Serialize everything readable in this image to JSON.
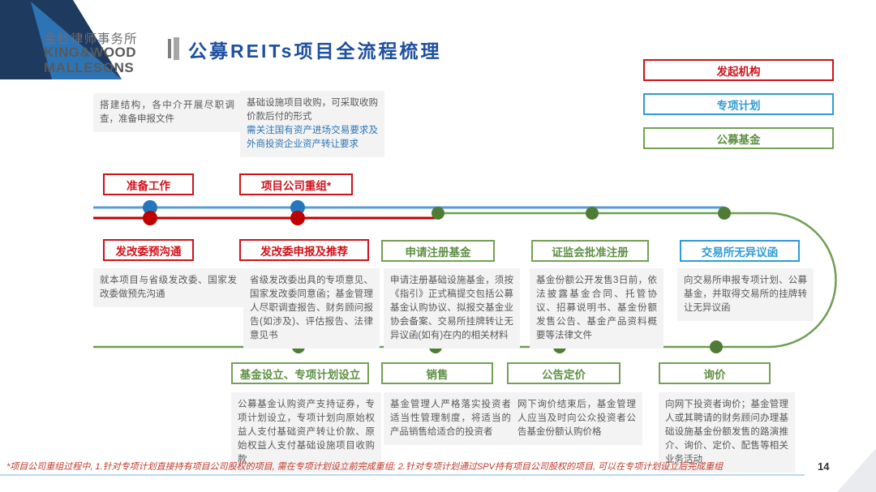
{
  "header": {
    "logo_cn": "金杜律师事务所",
    "logo_en_line1": "KING&WOOD",
    "logo_en_line2": "MALLESONS",
    "title": "公募REITs项目全流程梳理"
  },
  "legend": {
    "items": [
      {
        "label": "发起机构",
        "color": "#d0121a"
      },
      {
        "label": "专项计划",
        "color": "#2e9bd6"
      },
      {
        "label": "公募基金",
        "color": "#74a054"
      }
    ]
  },
  "top_stages": [
    {
      "label": "准备工作",
      "note": "搭建结构，各中介开展尽职调查，准备申报文件"
    },
    {
      "label": "项目公司重组*",
      "note": "基础设施项目收购，可采取收购价款后付的形式",
      "note_highlight": "需关注国有资产进场交易要求及外商投资企业资产转让要求"
    }
  ],
  "mid_stages": [
    {
      "label": "发改委预沟通",
      "note": "就本项目与省级发改委、国家发改委做预先沟通"
    },
    {
      "label": "发改委申报及推荐",
      "note": "省级发改委出具的专项意见、国家发改委同意函；基金管理人尽职调查报告、财务顾问报告(如涉及)、评估报告、法律意见书"
    },
    {
      "label": "申请注册基金",
      "note": "申请注册基础设施基金，须按《指引》正式稿提交包括公募基金认购协议、拟报交基金业协会备案、交易所挂牌转让无异议函(如有)在内的相关材料"
    },
    {
      "label": "证监会批准注册",
      "note": "基金份额公开发售3日前，依法披露基金合同、托管协议、招募说明书、基金份额发售公告、基金产品资料概要等法律文件"
    },
    {
      "label": "交易所无异议函",
      "note": "向交易所申报专项计划、公募基金，并取得交易所的挂牌转让无异议函"
    }
  ],
  "bottom_stages": [
    {
      "label": "基金设立、专项计划设立",
      "note": "公募基金认购资产支持证券，专项计划设立，专项计划向原始权益人支付基础资产转让价款、原始权益人支付基础设施项目收购款"
    },
    {
      "label": "销售",
      "note": "基金管理人严格落实投资者适当性管理制度，将适当的产品销售给适合的投资者"
    },
    {
      "label": "公告定价",
      "note": "网下询价结束后，基金管理人应当及时向公众投资者公告基金份额认购价格"
    },
    {
      "label": "询价",
      "note": "向网下投资者询价；基金管理人或其聘请的财务顾问办理基础设施基金份额发售的路演推介、询价、定价、配售等相关业务活动"
    }
  ],
  "footer": {
    "footnote": "*项目公司重组过程中, 1.针对专项计划直接持有项目公司股权的项目, 需在专项计划设立前完成重组; 2.针对专项计划通过SPV持有项目公司股权的项目, 可以在专项计划设立后完成重组",
    "page_number": "14"
  },
  "colors": {
    "sponsor_red": "#d0121a",
    "plan_blue": "#2e9bd6",
    "fund_green": "#74a054",
    "dot_green": "#4e7c35",
    "timeline_blue": "#5b9bd5",
    "title_navy": "#1e4fa0",
    "note_bg": "#f3f3f3"
  }
}
